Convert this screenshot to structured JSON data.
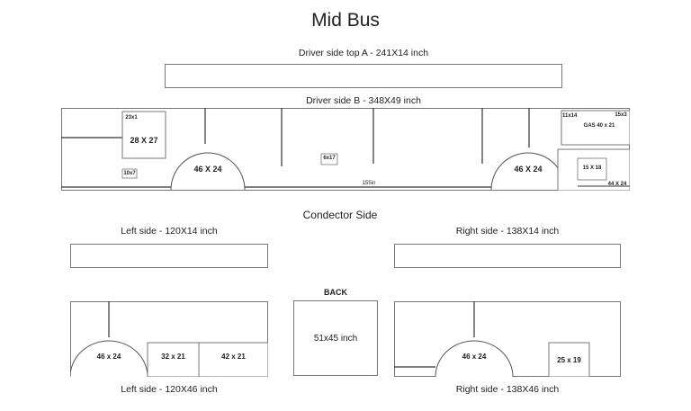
{
  "title": "Mid Bus",
  "driver_top": {
    "label": "Driver side top  A - 241X14 inch"
  },
  "driver_side": {
    "label": "Driver side  B - 348X49 inch",
    "dim_28x27": "28 X 27",
    "dim_46x24_left": "46 X 24",
    "dim_46x24_right": "46 X 24",
    "dim_gas": "GAS 40 x 21",
    "dim_15x18": "15 X 18",
    "dim_44x24": "44 X 24",
    "length_mark": "155in",
    "tag_a": "23x1",
    "tag_b": "10x7",
    "tag_c": "6x17",
    "tag_d": "11x14",
    "tag_e": "15x3"
  },
  "conductor": {
    "label": "Condector Side"
  },
  "left_top": {
    "label": "Left side - 120X14 inch"
  },
  "right_top": {
    "label": "Right side - 138X14 inch"
  },
  "back": {
    "heading": "BACK",
    "dim": "51x45 inch"
  },
  "left_bottom": {
    "dim_arch": "46 x 24",
    "dim_a": "32 x 21",
    "dim_b": "42 x 21",
    "label": "Left side - 120X46 inch"
  },
  "right_bottom": {
    "dim_arch": "46 x 24",
    "dim_box": "25 x 19",
    "label": "Right side - 138X46 inch"
  }
}
